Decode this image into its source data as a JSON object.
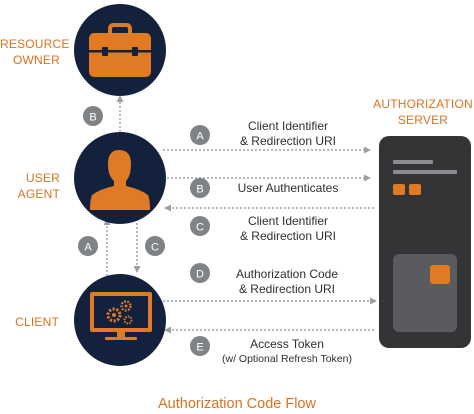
{
  "roles": {
    "resource_owner": [
      "RESOURCE",
      "OWNER"
    ],
    "user_agent": [
      "USER",
      "AGENT"
    ],
    "client": "CLIENT",
    "authorization_server": [
      "AUTHORIZATION",
      "SERVER"
    ]
  },
  "vertical_steps": {
    "b_up": "B",
    "a_up": "A",
    "c_down": "C"
  },
  "flows": [
    {
      "step": "A",
      "line1": "Client Identifier",
      "line2": "& Redirection URI"
    },
    {
      "step": "B",
      "line1": "User Authenticates",
      "line2": ""
    },
    {
      "step": "C",
      "line1": "Client Identifier",
      "line2": "& Redirection URI"
    },
    {
      "step": "D",
      "line1": "Authorization Code",
      "line2": "& Redirection URI"
    },
    {
      "step": "E",
      "line1": "Access Token",
      "line2": "(w/ Optional Refresh Token)"
    }
  ],
  "caption": "Authorization Code Flow",
  "colors": {
    "navy": "#14213d",
    "orange": "#d9731f",
    "badge": "#7f8386",
    "arrow": "#9aa0a4",
    "server_body": "#333436",
    "server_panel": "#5a5b5e"
  },
  "icons": {
    "resource_owner": "briefcase-icon",
    "user_agent": "person-icon",
    "client": "monitor-gears-icon"
  }
}
